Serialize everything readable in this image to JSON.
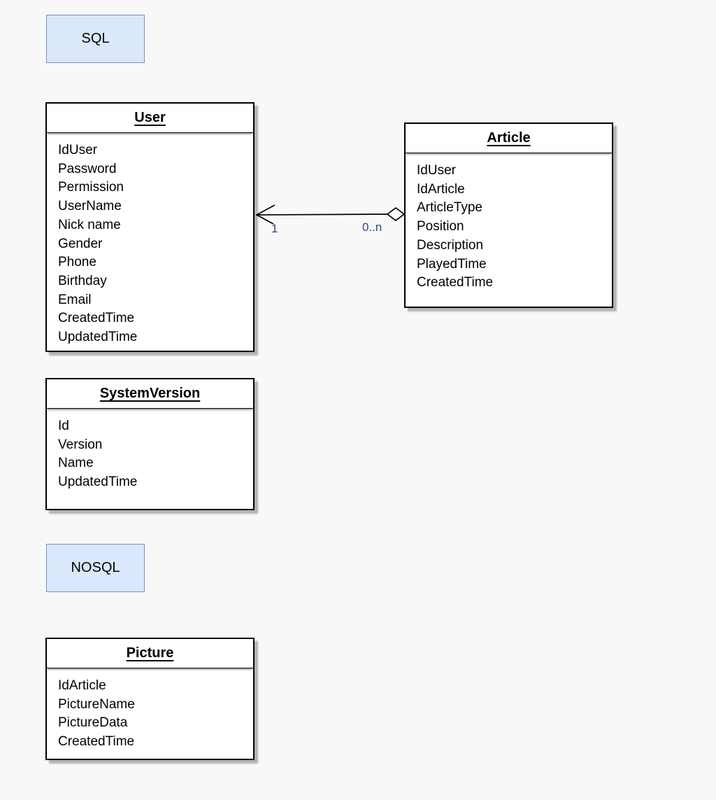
{
  "diagram": {
    "section_labels": [
      {
        "text": "SQL"
      },
      {
        "text": "NOSQL"
      }
    ],
    "entities": [
      {
        "title": "User",
        "fields": [
          "IdUser",
          "Password",
          "Permission",
          "UserName",
          "Nick name",
          "Gender",
          "Phone",
          "Birthday",
          "Email",
          "CreatedTime",
          "UpdatedTime"
        ]
      },
      {
        "title": "Article",
        "fields": [
          "IdUser",
          "IdArticle",
          "ArticleType",
          "Position",
          "Description",
          "PlayedTime",
          "CreatedTime"
        ]
      },
      {
        "title": "SystemVersion",
        "fields": [
          "Id",
          "Version",
          "Name",
          "UpdatedTime"
        ]
      },
      {
        "title": "Picture",
        "fields": [
          "IdArticle",
          "PictureName",
          "PictureData",
          "CreatedTime"
        ]
      }
    ],
    "relationship": {
      "source_entity": "User",
      "target_entity": "Article",
      "source_label": "1",
      "target_label": "0..n",
      "source_marker": "open-arrow",
      "target_marker": "open-diamond"
    },
    "colors": {
      "section_label_fill": "#dbe8fc",
      "section_label_border": "#7b90b8",
      "entity_fill": "#ffffff",
      "entity_border": "#000000",
      "multiplicity_text": "#2f4a73",
      "background": "#f8f8f8"
    }
  }
}
